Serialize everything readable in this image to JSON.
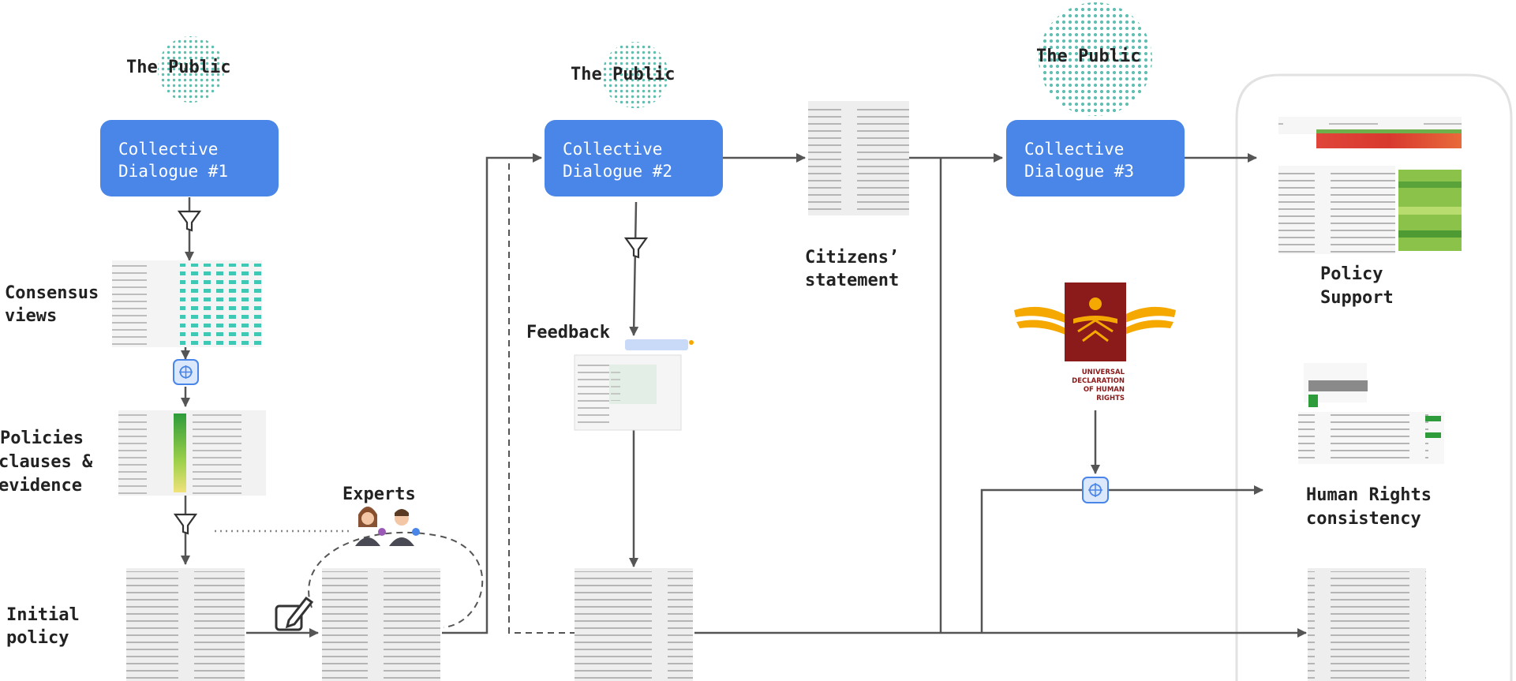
{
  "colors": {
    "box_blue": "#4a86e8",
    "arrow": "#555555",
    "crowd_teal": "#5fbfb0",
    "udhr_red": "#8b1a1a",
    "udhr_gold": "#f5a800"
  },
  "stages": {
    "public_1": "The Public",
    "public_2": "The Public",
    "public_3": "The Public",
    "dialogue_1": [
      "Collective",
      "Dialogue #1"
    ],
    "dialogue_2": [
      "Collective",
      "Dialogue #2"
    ],
    "dialogue_3": [
      "Collective",
      "Dialogue #3"
    ]
  },
  "labels": {
    "consensus": [
      "Consensus",
      "views"
    ],
    "policies": [
      "Policies",
      "clauses &",
      "evidence"
    ],
    "initial_policy": [
      "Initial",
      "policy"
    ],
    "experts": "Experts",
    "feedback": "Feedback",
    "citizens": [
      "Citizens’",
      "statement"
    ],
    "policy_support": [
      "Policy",
      "Support"
    ],
    "human_rights": [
      "Human Rights",
      "consistency"
    ]
  },
  "udhr": {
    "text": [
      "UNIVERSAL",
      "DECLARATION",
      "OF HUMAN",
      "RIGHTS"
    ]
  },
  "icons": [
    "filter-funnel-icon",
    "ai-model-icon",
    "edit-pencil-icon",
    "experts-people-icon",
    "crowd-icon"
  ]
}
